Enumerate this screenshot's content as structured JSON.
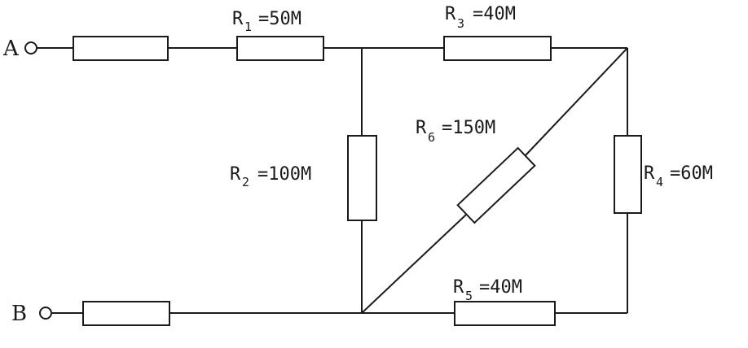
{
  "terminals": {
    "a": "A",
    "b": "B"
  },
  "resistors": {
    "r1": {
      "symbol": "R",
      "sub": "1",
      "value": "=50M"
    },
    "r2": {
      "symbol": "R",
      "sub": "2",
      "value": "=100M"
    },
    "r3": {
      "symbol": "R",
      "sub": "3",
      "value": "=40M"
    },
    "r4": {
      "symbol": "R",
      "sub": "4",
      "value": "=60M"
    },
    "r5": {
      "symbol": "R",
      "sub": "5",
      "value": "=40M"
    },
    "r6": {
      "symbol": "R",
      "sub": "6",
      "value": "=150M"
    }
  }
}
